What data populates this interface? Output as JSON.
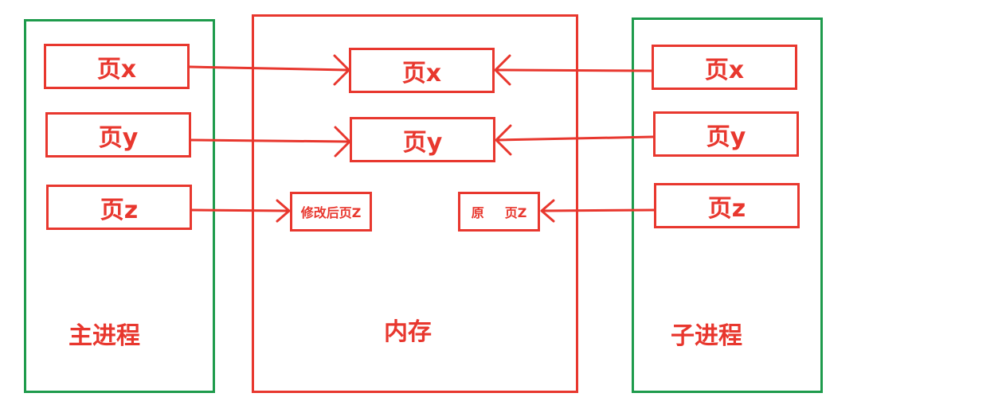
{
  "main_process": {
    "title": "主进程",
    "pages": [
      "页x",
      "页y",
      "页z"
    ]
  },
  "memory": {
    "title": "内存",
    "pages": [
      "页x",
      "页y"
    ],
    "modified_page": "修改后页Z",
    "original_page_left": "原",
    "original_page_right": "页Z"
  },
  "child_process": {
    "title": "子进程",
    "pages": [
      "页x",
      "页y",
      "页z"
    ]
  },
  "colors": {
    "process_border": "#1e9b4c",
    "memory_border": "#e8372e",
    "accent": "#e8372e"
  }
}
